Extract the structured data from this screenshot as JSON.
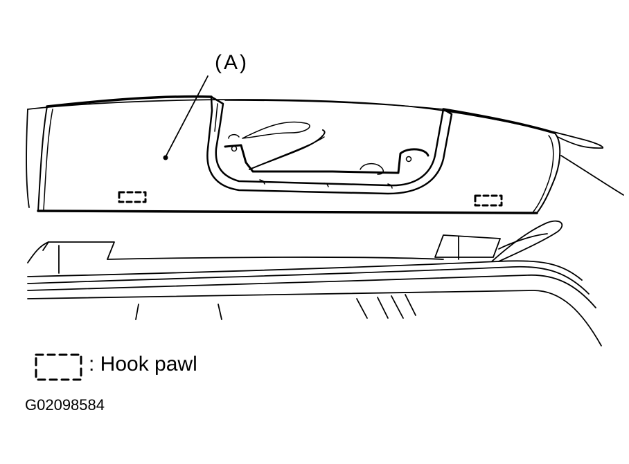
{
  "diagram": {
    "callout_label": "(A)",
    "legend": {
      "symbol": "hook-pawl-dashed-box",
      "text": ": Hook pawl"
    },
    "figure_id": "G02098584"
  }
}
